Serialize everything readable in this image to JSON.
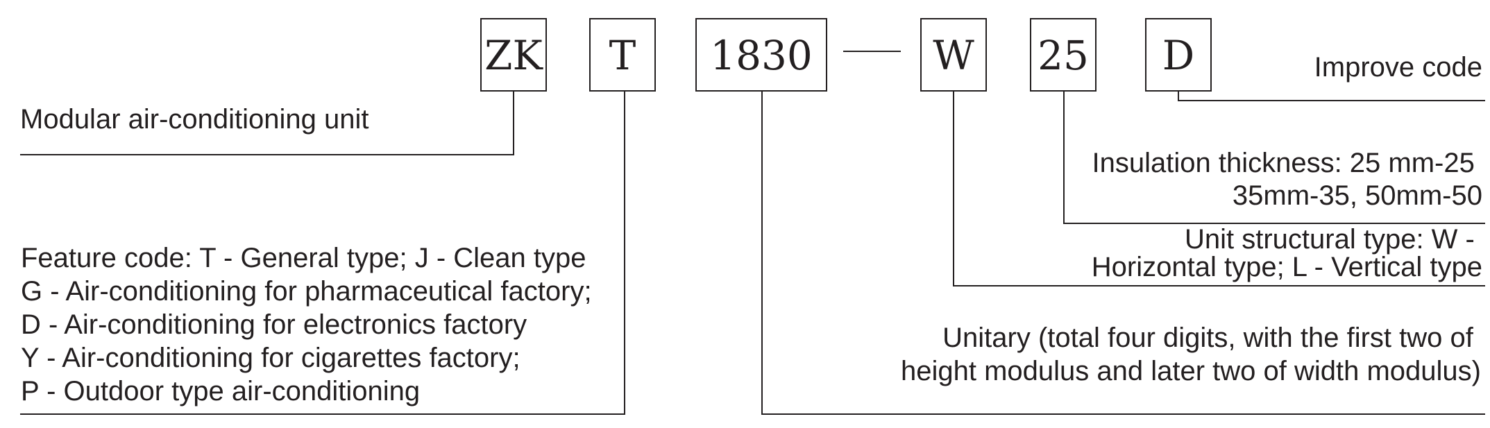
{
  "codes": [
    {
      "id": "zk",
      "text": "ZK"
    },
    {
      "id": "t",
      "text": "T"
    },
    {
      "id": "size",
      "text": "1830"
    },
    {
      "id": "w",
      "text": "W"
    },
    {
      "id": "thickness",
      "text": "25"
    },
    {
      "id": "d",
      "text": "D"
    }
  ],
  "descriptions": {
    "improve": [
      "Improve code"
    ],
    "modular": [
      "Modular air-conditioning unit"
    ],
    "insulation": [
      "Insulation thickness: 25 mm-25",
      "35mm-35, 50mm-50"
    ],
    "structural": [
      "Unit structural type: W -",
      "Horizontal type; L - Vertical type"
    ],
    "feature": [
      "Feature code: T - General type; J - Clean type",
      "G - Air-conditioning for pharmaceutical factory;",
      "D - Air-conditioning for electronics factory",
      "Y - Air-conditioning for cigarettes factory;",
      "P - Outdoor type air-conditioning"
    ],
    "unitary": [
      "Unitary (total four digits, with the first two of",
      "height modulus and later two of width modulus)"
    ]
  }
}
